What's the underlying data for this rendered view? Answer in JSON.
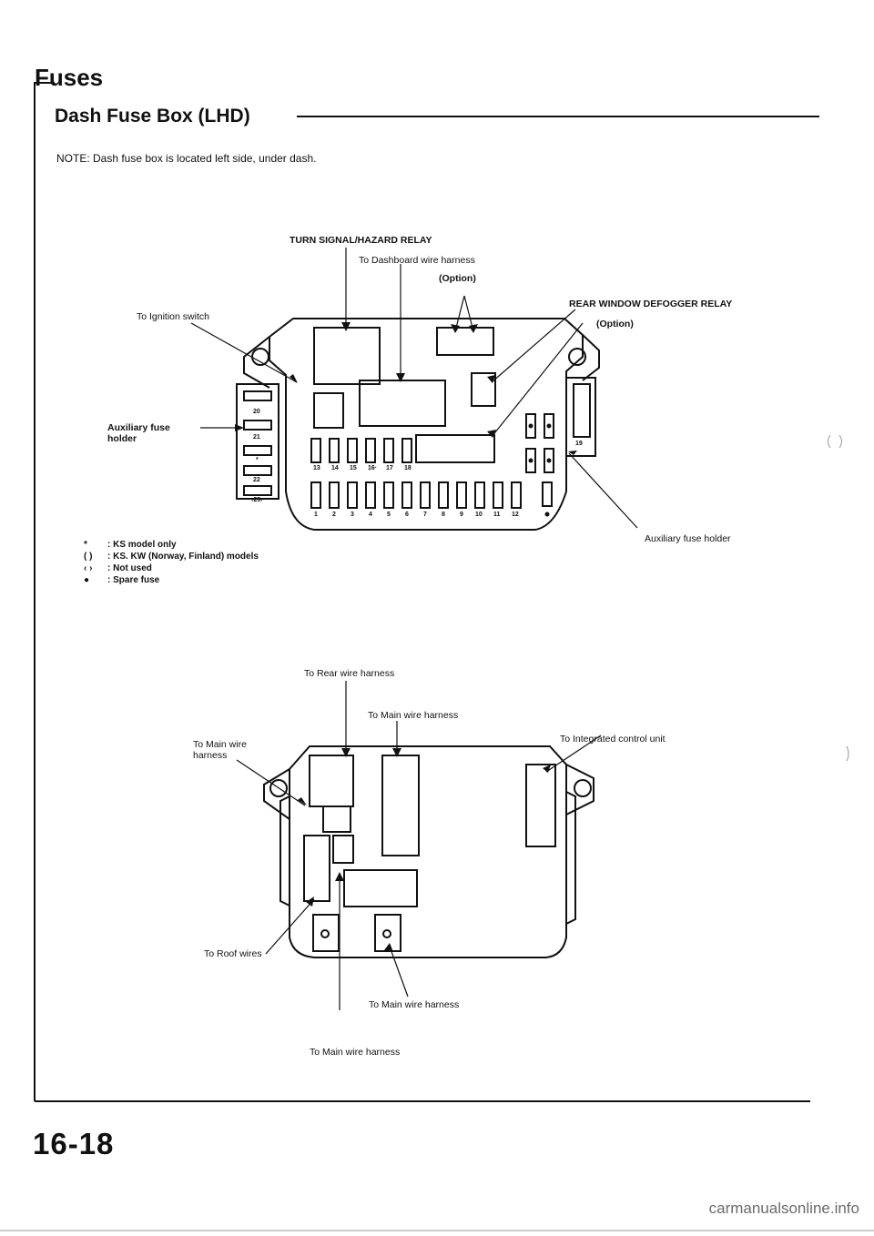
{
  "page": {
    "section_title": "Fuses",
    "subtitle": "Dash Fuse Box (LHD)",
    "note": "NOTE: Dash fuse box is located left side, under dash.",
    "page_number": "16-18",
    "watermark": "carmanualsonline.info"
  },
  "diagram1": {
    "labels": {
      "turn_signal_relay": "TURN SIGNAL/HAZARD RELAY",
      "dashboard_harness": "To Dashboard wire harness",
      "option1": "(Option)",
      "ignition_switch": "To Ignition switch",
      "rear_defogger_relay": "REAR WINDOW DEFOGGER RELAY",
      "option2": "(Option)",
      "aux_fuse_holder_left_1": "Auxiliary fuse",
      "aux_fuse_holder_left_2": "holder",
      "aux_fuse_holder_right": "Auxiliary fuse holder"
    },
    "fuse_numbers_bottom": [
      "1",
      "2",
      "3",
      "4",
      "5",
      "6",
      "7",
      "8",
      "9",
      "10",
      "11",
      "12"
    ],
    "fuse_numbers_middle": [
      "13",
      "14",
      "15",
      "16·",
      "17",
      "18"
    ],
    "aux_fuse_numbers": [
      "20",
      "21",
      "*",
      "22",
      "‹23›"
    ],
    "aux_fuse_number_right": "19"
  },
  "legend": [
    {
      "symbol": "*",
      "text": ": KS model only"
    },
    {
      "symbol": "(  )",
      "text": ": KS. KW (Norway, Finland) models"
    },
    {
      "symbol": "‹  ›",
      "text": ": Not used"
    },
    {
      "symbol": "●",
      "text": ": Spare fuse"
    }
  ],
  "diagram2": {
    "labels": {
      "rear_harness": "To Rear wire harness",
      "main_harness_top": "To Main wire harness",
      "integrated_control": "To Integrated control unit",
      "main_wire_left_1": "To Main wire",
      "main_wire_left_2": "harness",
      "roof_wires": "To Roof wires",
      "main_harness_bottom1": "To Main wire harness",
      "main_harness_bottom2": "To Main wire harness"
    }
  }
}
